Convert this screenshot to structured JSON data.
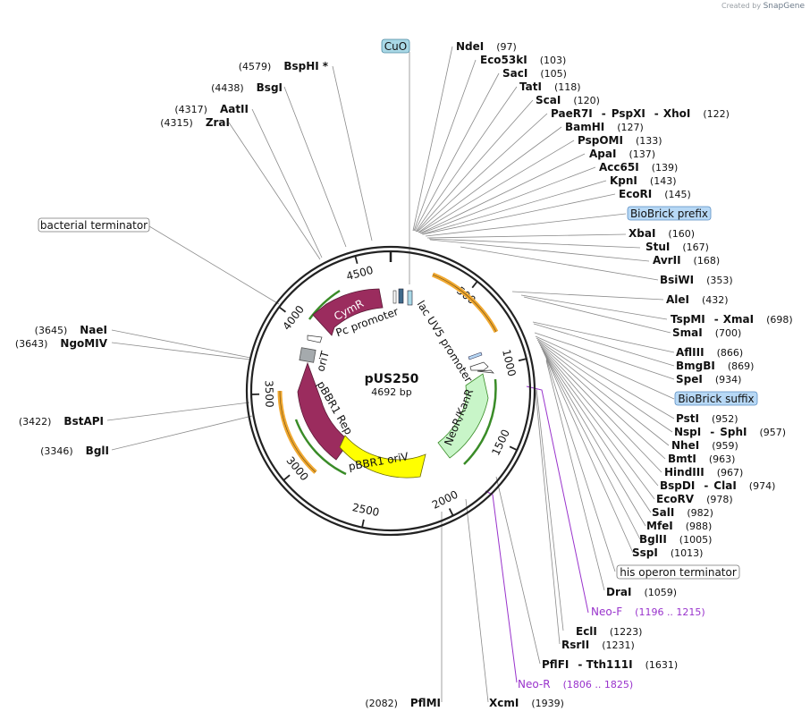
{
  "watermark": {
    "prefix": "Created by",
    "brand": "SnapGene"
  },
  "plasmid": {
    "name": "pUS250",
    "size": "4692 bp"
  },
  "backbone_ticks": [
    "500",
    "1000",
    "1500",
    "2000",
    "2500",
    "3000",
    "3500",
    "4000",
    "4500"
  ],
  "features": {
    "cymr": "CymR",
    "pc_promoter": "Pc promoter",
    "lac_promoter": "lac UV5 promoter",
    "orit": "oriT",
    "rep": "pBBR1 Rep",
    "oriv": "pBBR1 oriV",
    "neo": "NeoR/KanR"
  },
  "boxed_labels": {
    "cuo": "CuO",
    "biobrick_prefix": "BioBrick prefix",
    "biobrick_suffix": "BioBrick suffix",
    "bacterial_terminator": "bacterial terminator",
    "his_terminator": "his operon terminator"
  },
  "right_sites": [
    {
      "name": "NdeI",
      "pos": "(97)"
    },
    {
      "name": "Eco53kI",
      "pos": "(103)"
    },
    {
      "name": "SacI",
      "pos": "(105)"
    },
    {
      "name": "TatI",
      "pos": "(118)"
    },
    {
      "name": "ScaI",
      "pos": "(120)"
    },
    {
      "name": "PaeR7I",
      "name2": "PspXI",
      "name3": "XhoI",
      "pos": "(122)"
    },
    {
      "name": "BamHI",
      "pos": "(127)"
    },
    {
      "name": "PspOMI",
      "pos": "(133)"
    },
    {
      "name": "ApaI",
      "pos": "(137)"
    },
    {
      "name": "Acc65I",
      "pos": "(139)"
    },
    {
      "name": "KpnI",
      "pos": "(143)"
    },
    {
      "name": "EcoRI",
      "pos": "(145)"
    },
    {
      "name": "XbaI",
      "pos": "(160)"
    },
    {
      "name": "StuI",
      "pos": "(167)"
    },
    {
      "name": "AvrII",
      "pos": "(168)"
    },
    {
      "name": "BsiWI",
      "pos": "(353)"
    },
    {
      "name": "AleI",
      "pos": "(432)"
    },
    {
      "name": "TspMI",
      "name2": "XmaI",
      "pos": "(698)"
    },
    {
      "name": "SmaI",
      "pos": "(700)"
    },
    {
      "name": "AflIII",
      "pos": "(866)"
    },
    {
      "name": "BmgBI",
      "pos": "(869)"
    },
    {
      "name": "SpeI",
      "pos": "(934)"
    },
    {
      "name": "PstI",
      "pos": "(952)"
    },
    {
      "name": "NspI",
      "name2": "SphI",
      "pos": "(957)"
    },
    {
      "name": "NheI",
      "pos": "(959)"
    },
    {
      "name": "BmtI",
      "pos": "(963)"
    },
    {
      "name": "HindIII",
      "pos": "(967)"
    },
    {
      "name": "BspDI",
      "name2": "ClaI",
      "pos": "(974)"
    },
    {
      "name": "EcoRV",
      "pos": "(978)"
    },
    {
      "name": "SalI",
      "pos": "(982)"
    },
    {
      "name": "MfeI",
      "pos": "(988)"
    },
    {
      "name": "BglII",
      "pos": "(1005)"
    },
    {
      "name": "SspI",
      "pos": "(1013)"
    },
    {
      "name": "DraI",
      "pos": "(1059)"
    },
    {
      "name": "EclI",
      "pos": "(1223)"
    },
    {
      "name": "RsrII",
      "pos": "(1231)"
    },
    {
      "name": "PflFI",
      "name2": "Tth111I",
      "pos": "(1631)"
    },
    {
      "name": "XcmI",
      "pos": "(1939)"
    }
  ],
  "left_sites": [
    {
      "name": "BspHI",
      "mark": "*",
      "pos": "(4579)"
    },
    {
      "name": "BsgI",
      "pos": "(4438)"
    },
    {
      "name": "AatII",
      "pos": "(4317)"
    },
    {
      "name": "ZraI",
      "pos": "(4315)"
    },
    {
      "name": "NaeI",
      "pos": "(3645)"
    },
    {
      "name": "NgoMIV",
      "pos": "(3643)"
    },
    {
      "name": "BstAPI",
      "pos": "(3422)"
    },
    {
      "name": "BglI",
      "pos": "(3346)"
    },
    {
      "name": "PflMI",
      "pos": "(2082)"
    }
  ],
  "primers": [
    {
      "name": "Neo-F",
      "range": "(1196 .. 1215)"
    },
    {
      "name": "Neo-R",
      "range": "(1806 .. 1825)"
    }
  ],
  "colors": {
    "cymr": "#9b2c5e",
    "oriv": "#ffff00",
    "neo": "#c8f5c8",
    "orange_arc": "#f0a830",
    "green_arc": "#3a8c28",
    "primer": "#9933cc",
    "box_blue": "#b7d8f5",
    "box_cuo": "#a9d8e6"
  }
}
